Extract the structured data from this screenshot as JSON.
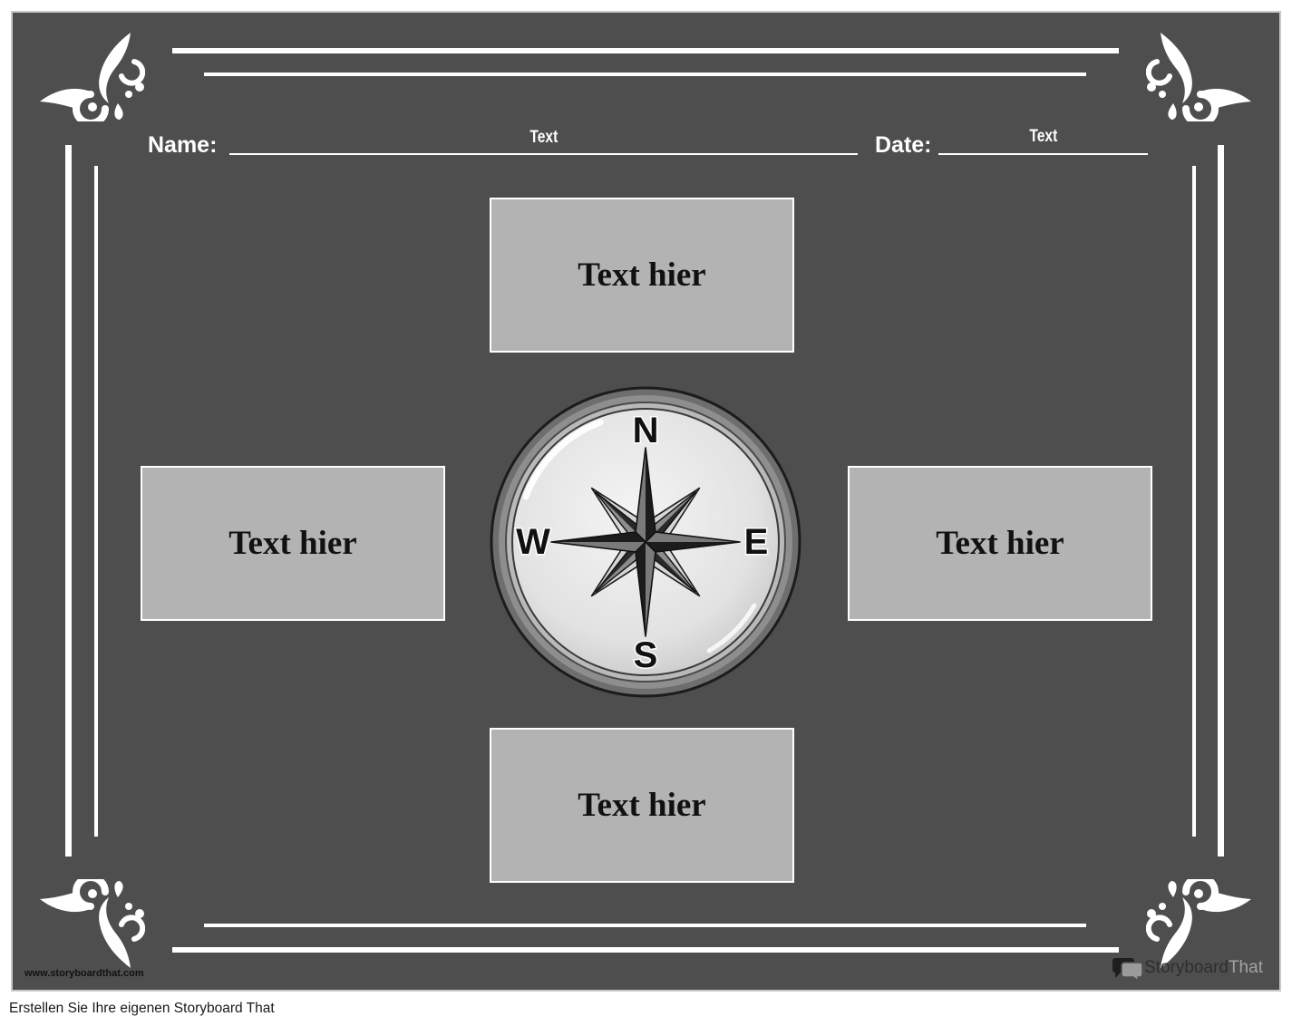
{
  "worksheet": {
    "name_label": "Name:",
    "name_value": "Text",
    "date_label": "Date:",
    "date_value": "Text",
    "boxes": {
      "north": "Text hier",
      "west": "Text hier",
      "east": "Text hier",
      "south": "Text hier"
    },
    "compass": {
      "north": "N",
      "east": "E",
      "south": "S",
      "west": "W"
    },
    "ornament_icon": "flourish-ornament-icon"
  },
  "watermark": {
    "url": "www.storyboardthat.com",
    "logo_icon": "speech-bubbles-icon",
    "logo_word_1": "Storyboard",
    "logo_word_2": "That"
  },
  "footer": {
    "caption": "Erstellen Sie Ihre eigenen Storyboard That"
  },
  "colors": {
    "panel": "#4f4e4f",
    "box_fill": "#b3b3b3",
    "lines": "#ffffff",
    "text_dark": "#111111"
  }
}
